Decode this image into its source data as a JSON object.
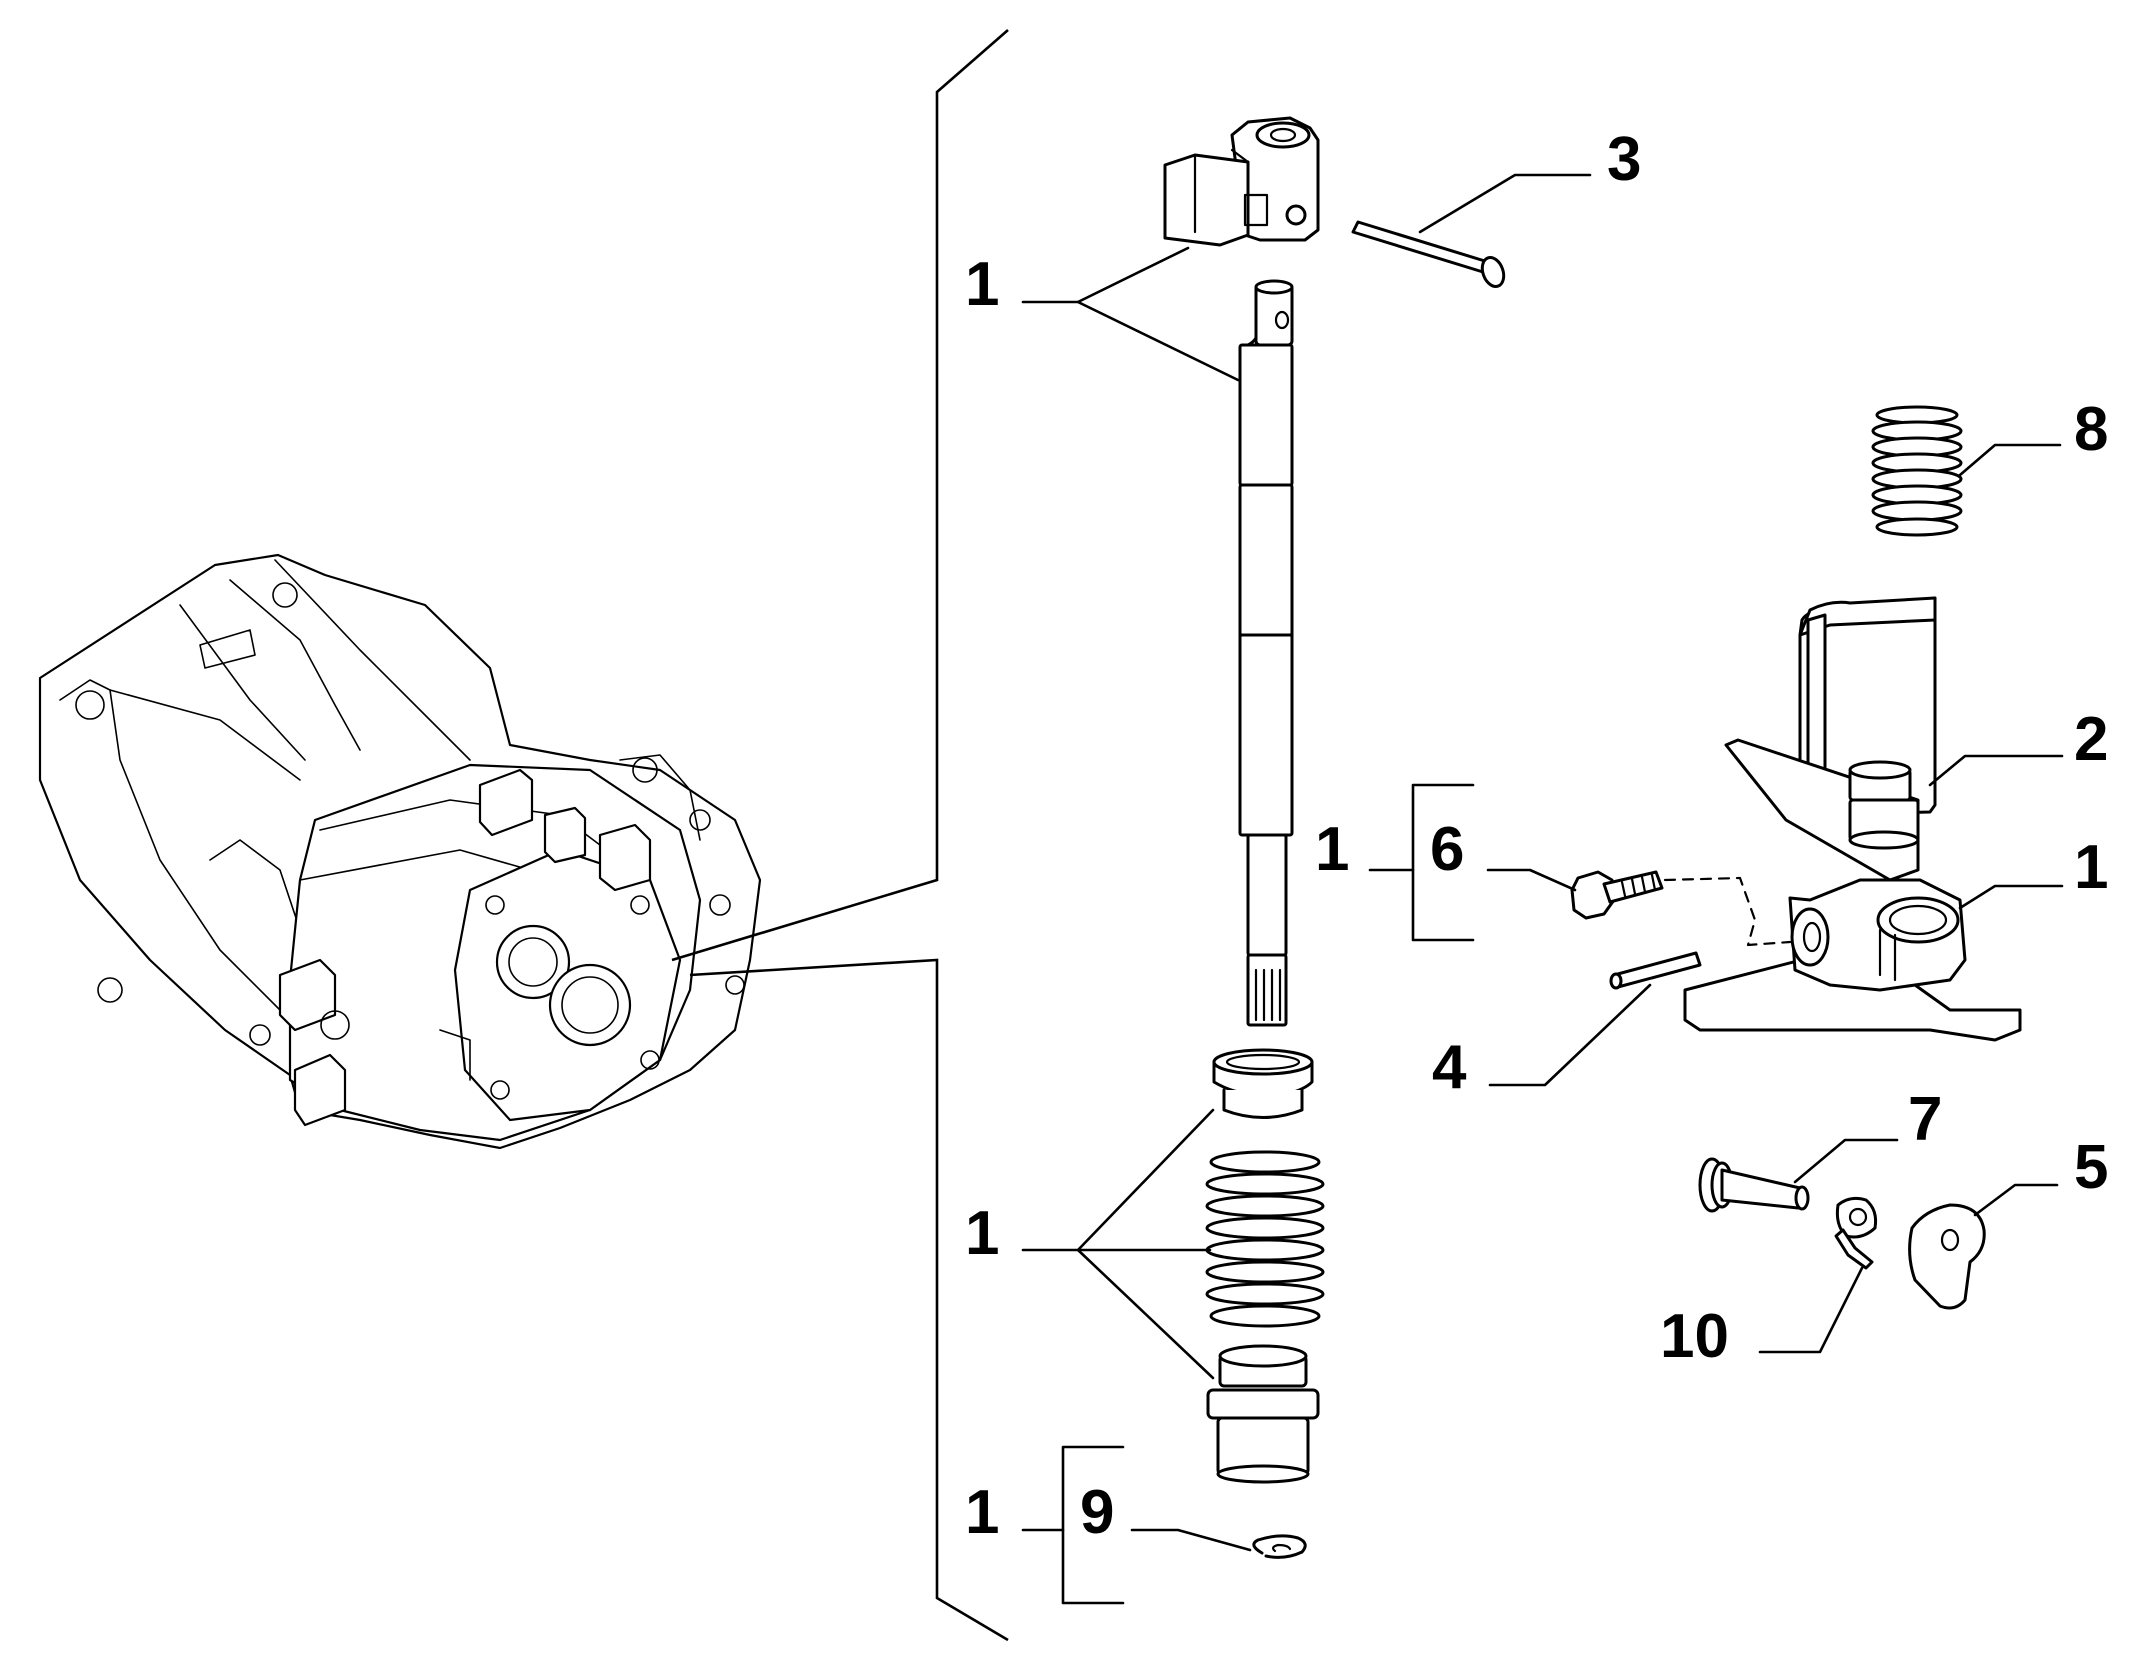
{
  "callouts": {
    "c1a": "1",
    "c3": "3",
    "c8": "8",
    "c2": "2",
    "c1b": "1",
    "c6": "6",
    "c1c": "1",
    "c4": "4",
    "c7": "7",
    "c5": "5",
    "c1d": "1",
    "c10": "10",
    "c1e": "1",
    "c9": "9"
  }
}
